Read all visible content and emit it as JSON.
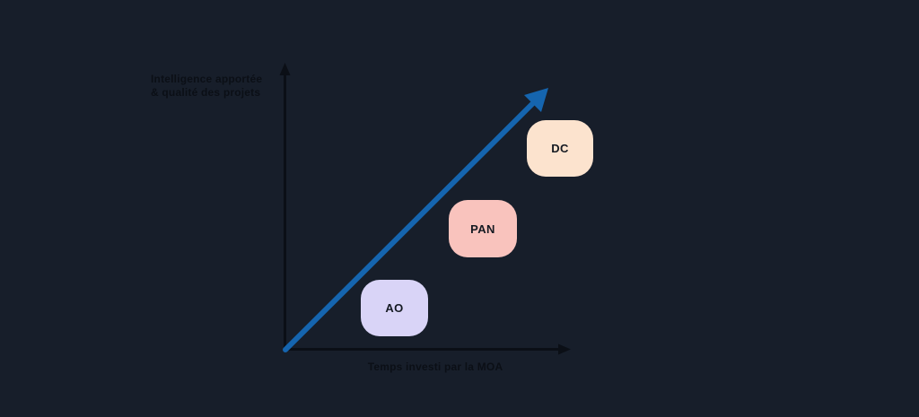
{
  "diagram": {
    "y_axis_label_line1": "Intelligence apportée",
    "y_axis_label_line2": "& qualité des projets",
    "x_axis_label": "Temps investi par la MOA",
    "trend_arrow": "diagonal-up-right-trend-arrow",
    "boxes": [
      {
        "label": "AO",
        "color": "#d9d4f7",
        "position": "bottom-left-on-trend"
      },
      {
        "label": "PAN",
        "color": "#f9c3bd",
        "position": "middle-on-trend"
      },
      {
        "label": "DC",
        "color": "#fce3ce",
        "position": "top-right-on-trend"
      }
    ]
  },
  "colors": {
    "background": "#171e2a",
    "axis": "#0b0f16",
    "label_text": "#0b0f16",
    "trend_blue": "#1565af",
    "box_ao": "#d9d4f7",
    "box_pan": "#f9c3bd",
    "box_dc": "#fce3ce",
    "box_text": "#151a22"
  }
}
